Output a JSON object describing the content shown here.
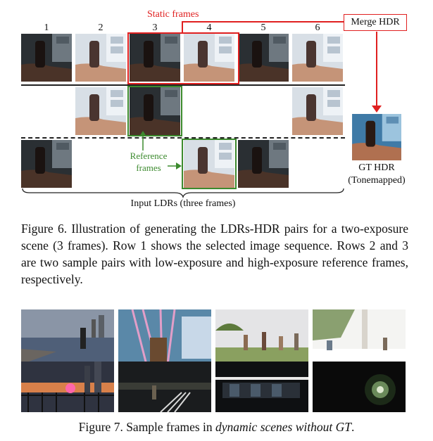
{
  "figure6": {
    "frame_numbers": [
      "1",
      "2",
      "3",
      "4",
      "5",
      "6"
    ],
    "static_frames_label": "Static frames",
    "merge_label": "Merge HDR",
    "reference_label_line1": "Reference",
    "reference_label_line2": "frames",
    "gt_label_line1": "GT HDR",
    "gt_label_line2": "(Tonemapped)",
    "input_label": "Input LDRs (three frames)",
    "caption": "Figure 6.  Illustration of generating the LDRs-HDR pairs for a two-exposure scene (3 frames). Row 1 shows the selected image sequence. Rows 2 and 3 are two sample pairs with low-exposure and high-exposure reference frames, respectively."
  },
  "figure7": {
    "caption_prefix": "Figure 7. Sample frames in ",
    "caption_italic": "dynamic scenes without GT",
    "caption_suffix": "."
  },
  "colors": {
    "red": "#e02020",
    "green": "#3c8a2e"
  }
}
